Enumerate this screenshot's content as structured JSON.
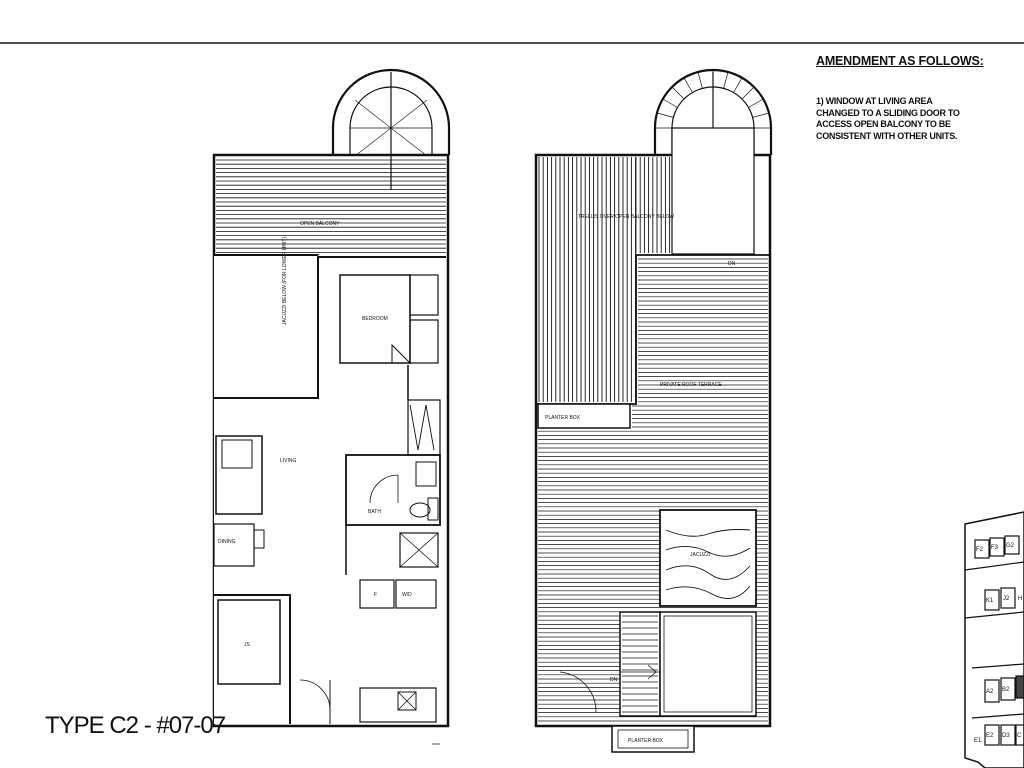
{
  "amendment": {
    "title": "AMENDMENT AS FOLLOWS:",
    "body": "1) WINDOW AT LIVING AREA\nCHANGED TO A SLIDING DOOR TO\nACCESS OPEN BALCONY TO BE\nCONSISTENT WITH OTHER UNITS."
  },
  "unit_title": "TYPE C2 - #07-07",
  "lower": {
    "open_balcony": "OPEN BALCONY",
    "jacuzzi_vertical": "JACUZZI BELOW (FOR LOWER UNIT)",
    "bedroom": "BEDROOM",
    "living": "LIVING",
    "bath": "BATH",
    "dining": "DINING",
    "fridge": "F",
    "wm": "W/D",
    "bedroom2": "JS"
  },
  "upper": {
    "trellis": "TRELLIS OVER OPEN BALCONY BELOW",
    "pes": "PRIVATE ROOF TERRACE",
    "planter1": "PLANTER BOX",
    "jacuzzi": "JACUZZI",
    "planter2": "PLANTER BOX",
    "dn": "DN",
    "dn2": "DN"
  },
  "keyplan": {
    "labels": [
      "F2",
      "F3",
      "G2",
      "K1",
      "J2",
      "H",
      "A2",
      "B2",
      "E2",
      "D3",
      "C",
      "E1"
    ]
  }
}
